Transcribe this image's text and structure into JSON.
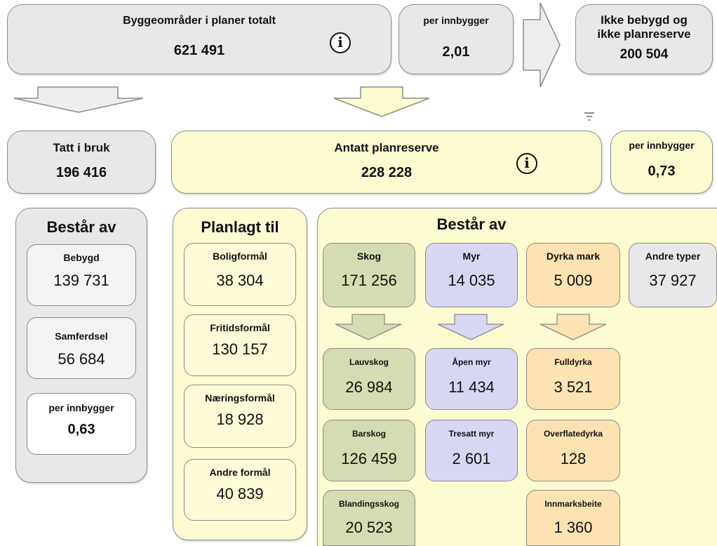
{
  "top": {
    "total_title": "Byggeområder i planer totalt",
    "total_value": "621 491",
    "per_inh_label": "per innbygger",
    "per_inh_value": "2,01",
    "not_built_title_1": "Ikke bebygd og",
    "not_built_title_2": "ikke planreserve",
    "not_built_value": "200 504"
  },
  "middle": {
    "used_title": "Tatt i bruk",
    "used_value": "196 416",
    "reserve_title": "Antatt planreserve",
    "reserve_value": "228 228",
    "reserve_per_inh_label": "per innbygger",
    "reserve_per_inh_value": "0,73"
  },
  "left_panel": {
    "title": "Består av",
    "items": [
      {
        "label": "Bebygd",
        "value": "139 731"
      },
      {
        "label": "Samferdsel",
        "value": "56 684"
      }
    ],
    "per_inh_label": "per innbygger",
    "per_inh_value": "0,63"
  },
  "planned_panel": {
    "title": "Planlagt til",
    "items": [
      {
        "label": "Boligformål",
        "value": "38 304"
      },
      {
        "label": "Fritidsformål",
        "value": "130 157"
      },
      {
        "label": "Næringsformål",
        "value": "18 928"
      },
      {
        "label": "Andre formål",
        "value": "40 839"
      }
    ]
  },
  "composition_panel": {
    "title": "Består av",
    "categories": [
      {
        "label": "Skog",
        "value": "171 256",
        "color": "#d5dbb3"
      },
      {
        "label": "Myr",
        "value": "14 035",
        "color": "#d7d7f4"
      },
      {
        "label": "Dyrka mark",
        "value": "5 009",
        "color": "#fde3b2"
      },
      {
        "label": "Andre typer",
        "value": "37 927",
        "color": "#e8e8e8"
      }
    ],
    "skog_sub": [
      {
        "label": "Lauvskog",
        "value": "26 984"
      },
      {
        "label": "Barskog",
        "value": "126 459"
      },
      {
        "label": "Blandingsskog",
        "value": "20 523"
      }
    ],
    "myr_sub": [
      {
        "label": "Åpen myr",
        "value": "11 434"
      },
      {
        "label": "Tresatt myr",
        "value": "2 601"
      }
    ],
    "dyrka_sub": [
      {
        "label": "Fulldyrka",
        "value": "3 521"
      },
      {
        "label": "Overflatedyrka",
        "value": "128"
      },
      {
        "label": "Innmarksbeite",
        "value": "1 360"
      }
    ]
  },
  "icons": {
    "info": "i",
    "filter": "filter-icon"
  }
}
